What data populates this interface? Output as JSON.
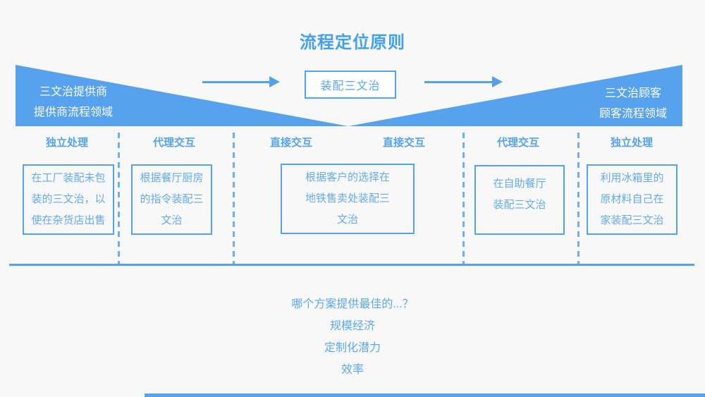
{
  "palette": {
    "accent_blue": "#55a1ee",
    "text_blue": "#5ba8f0",
    "background": "#f8f8f8",
    "white": "#ffffff"
  },
  "title": "流程定位原则",
  "funnel": {
    "provider": {
      "lines": [
        "三文治提供商",
        "提供商流程领域"
      ]
    },
    "customer": {
      "lines": [
        "三文治顾客",
        "顾客流程领域"
      ]
    },
    "center_box_label": "装配三文治",
    "arrow_icons": [
      "right-arrow",
      "right-arrow"
    ]
  },
  "zones": {
    "labels": [
      "独立处理",
      "代理交互",
      "直接交互",
      "直接交互",
      "代理交互",
      "独立处理"
    ]
  },
  "options": [
    {
      "lines": [
        "在工厂装配未包",
        "装的三文治，以",
        "使在杂货店出售"
      ]
    },
    {
      "lines": [
        "根据餐厅厨房",
        "的指令装配三",
        "文治"
      ]
    },
    {
      "lines": [
        "根据客户的选择在",
        "地铁售卖处装配三",
        "文治"
      ]
    },
    {
      "lines": [
        "在自助餐厅",
        "装配三文治"
      ]
    },
    {
      "lines": [
        "利用冰箱里的",
        "原材料自己在",
        "家装配三文治"
      ]
    }
  ],
  "questions": {
    "title": "哪个方案提供最佳的...？",
    "items": [
      "规模经济",
      "定制化潜力",
      "效率"
    ]
  }
}
